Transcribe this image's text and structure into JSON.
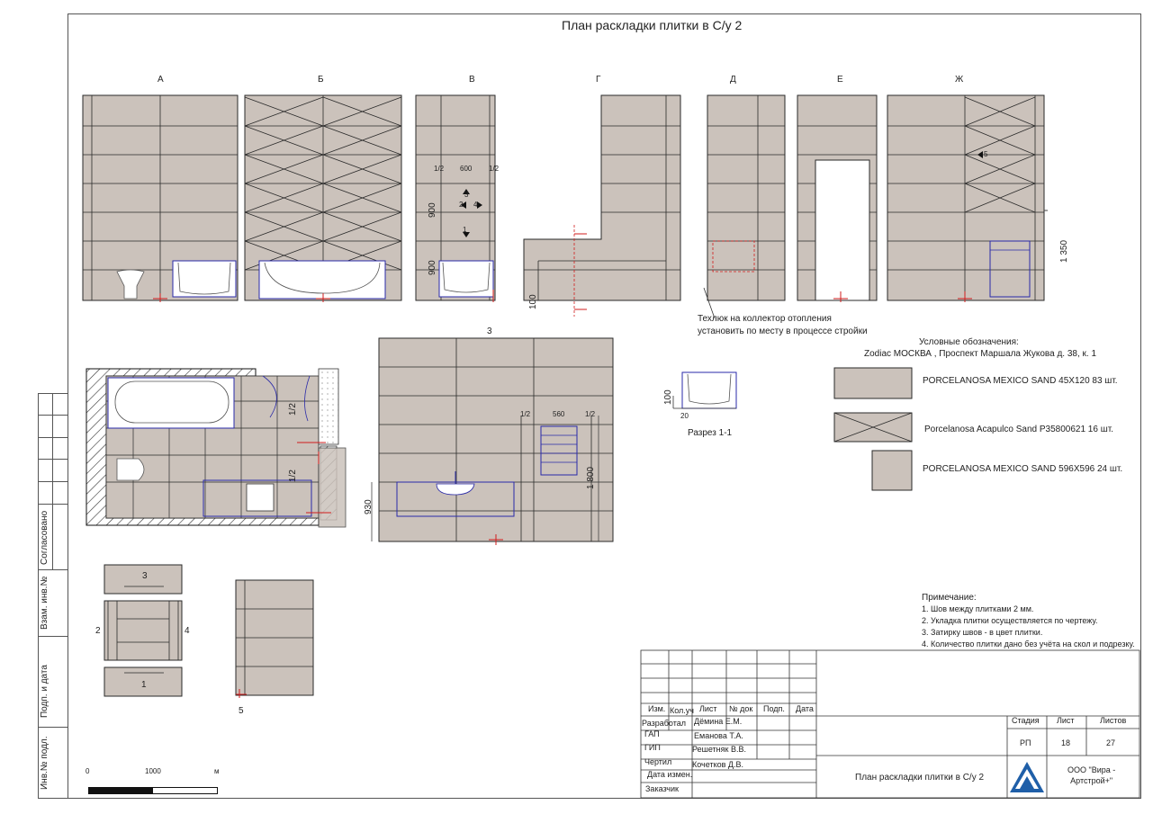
{
  "title": "План раскладки плитки в С/у 2",
  "elevations": [
    {
      "label": "А"
    },
    {
      "label": "Б"
    },
    {
      "label": "В"
    },
    {
      "label": "Г"
    },
    {
      "label": "Д"
    },
    {
      "label": "Е"
    },
    {
      "label": "Ж"
    }
  ],
  "wall_v": {
    "dim_half_left": "1/2",
    "dim_tile": "600",
    "dim_half_right": "1/2",
    "dim_h1": "900",
    "dim_h2": "900",
    "markers": [
      "3",
      "2",
      "4",
      "1"
    ]
  },
  "wall_g": {
    "dim_bottom": "100"
  },
  "wall_zh": {
    "marker": "5",
    "dim_height": "1 350"
  },
  "note_hatch": {
    "line1": "Техлюк на коллектор отопления",
    "line2": "установить по месту в процессе стройки"
  },
  "plan": {
    "dim_half_1": "1/2",
    "dim_half_2": "1/2"
  },
  "wall_3": {
    "label": "3",
    "dim_half_left": "1/2",
    "dim_tile": "560",
    "dim_half_right": "1/2",
    "dim_height": "1 800",
    "dim_vanity": "930"
  },
  "section": {
    "label": "Разрез 1-1",
    "dim_height": "100",
    "dim_offset": "20"
  },
  "niche": {
    "labels": [
      "3",
      "2",
      "4",
      "1"
    ]
  },
  "box_5": {
    "label": "5"
  },
  "legend": {
    "heading": "Условные обозначения:",
    "address": "Zodiac МОСКВА , Проспект Маршала Жукова д. 38, к. 1",
    "items": [
      {
        "text": "PORCELANOSA MEXICO SAND 45X120   83 шт."
      },
      {
        "text": "Porcelanosa Acapulco Sand P35800621  16 шт."
      },
      {
        "text": "PORCELANOSA MEXICO SAND 596X596   24 шт."
      }
    ]
  },
  "notes": {
    "heading": "Примечание:",
    "items": [
      "1. Шов между плитками 2 мм.",
      "2. Укладка  плитки осуществляется по  чертежу.",
      "3. Затирку  швов - в цвет плитки.",
      "4. Количество плитки дано без учёта на скол и подрезку."
    ]
  },
  "scale": {
    "zero": "0",
    "mid": "1000",
    "unit": "м"
  },
  "side_stamp": {
    "agreed": "Согласовано",
    "replace_inv": "Взам. инв.№",
    "sign_date": "Подп. и дата",
    "inv_orig": "Инв.№ подл."
  },
  "title_block": {
    "headers": [
      "Изм.",
      "Кол.уч",
      "Лист",
      "№ док",
      "Подп.",
      "Дата"
    ],
    "roles": [
      {
        "role": "Разработал",
        "name": "Дёмина Е.М."
      },
      {
        "role": "ГАП",
        "name": "Еманова Т.А."
      },
      {
        "role": "ГИП",
        "name": "Решетняк В.В."
      },
      {
        "role": "Чертил",
        "name": "Кочетков Д.В."
      },
      {
        "role": "Дата измен.",
        "name": ""
      },
      {
        "role": "Заказчик",
        "name": ""
      }
    ],
    "stage_label": "Стадия",
    "sheet_label": "Лист",
    "sheets_label": "Листов",
    "stage": "РП",
    "sheet": "18",
    "sheets": "27",
    "drawing_title": "План раскладки плитки в С/у 2",
    "company": "ООО \"Вира -\nАртстрой+\""
  },
  "colors": {
    "tile": "#cbc2bb",
    "line": "#2a2a2a",
    "blue": "#2a2aa8",
    "red": "#d21c1c",
    "logo": "#1f5fa8"
  }
}
